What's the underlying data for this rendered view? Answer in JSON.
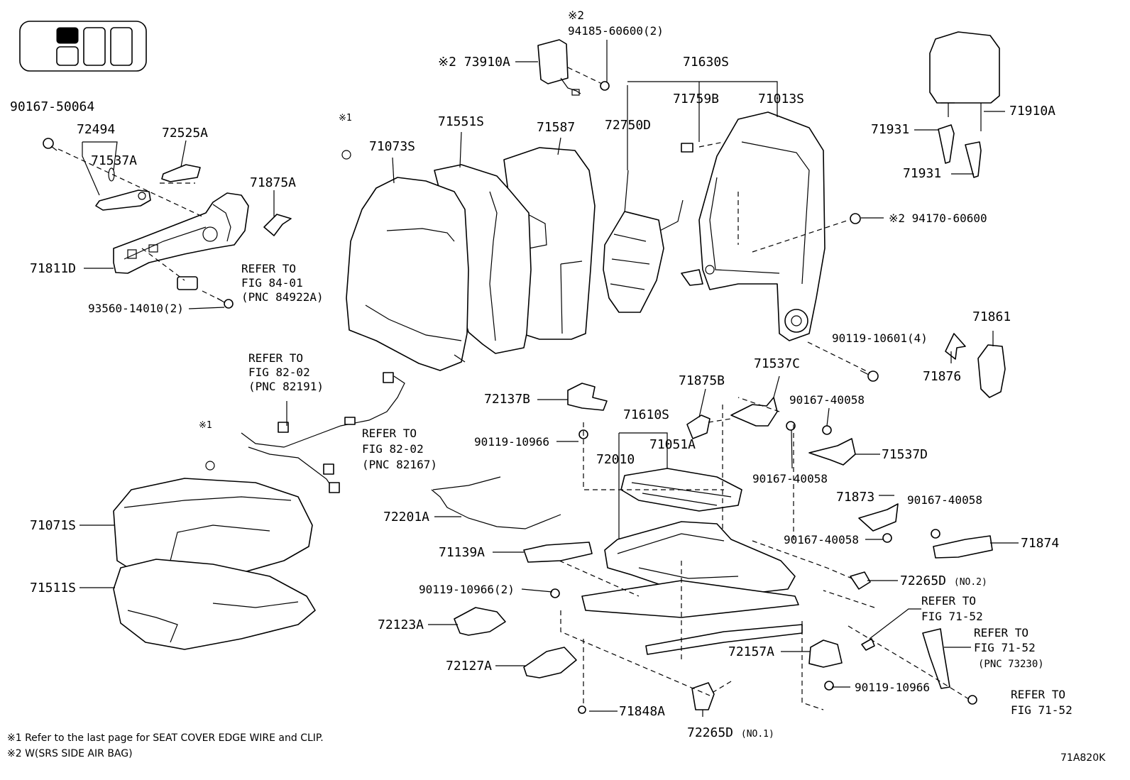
{
  "diagram_code": "71A820K",
  "legend": {
    "note1": "※1 Refer to the last page for SEAT COVER EDGE WIRE and CLIP.",
    "note2": "※2 W(SRS SIDE AIR BAG)"
  },
  "markers": {
    "n1": "※1",
    "n2": "※2"
  },
  "labels": {
    "p90167_50064": "90167-50064",
    "p72494": "72494",
    "p71537A": "71537A",
    "p72525A": "72525A",
    "p71875A": "71875A",
    "p71811D": "71811D",
    "ref_fig_84_01": [
      "REFER TO",
      "FIG 84-01",
      "(PNC 84922A)"
    ],
    "p93560_14010": "93560-14010(2)",
    "p73910A": "※2 73910A",
    "p94185_60600": [
      "※2",
      "94185-60600(2)"
    ],
    "p71073S": "71073S",
    "p71551S": "71551S",
    "p71587": "71587",
    "p71630S": "71630S",
    "p71759B": "71759B",
    "p71013S": "71013S",
    "p72750D": "72750D",
    "p71910A": "71910A",
    "p71931a": "71931",
    "p71931b": "71931",
    "p94170_60600": "※2 94170-60600",
    "p71861": "71861",
    "p90119_10601": "90119-10601(4)",
    "p71876": "71876",
    "ref_fig_82_02_a": [
      "REFER TO",
      "FIG 82-02",
      "(PNC 82191)"
    ],
    "ref_fig_82_02_b": [
      "REFER TO",
      "FIG 82-02",
      "(PNC 82167)"
    ],
    "p72137B": "72137B",
    "p90119_10966_a": "90119-10966",
    "p71875B": "71875B",
    "p71537C": "71537C",
    "p90167_40058_a": "90167-40058",
    "p71610S": "71610S",
    "p71051A": "71051A",
    "p72010": "72010",
    "p71537D": "71537D",
    "p90167_40058_b": "90167-40058",
    "p71873": "71873",
    "p90167_40058_c": "90167-40058",
    "p90167_40058_d": "90167-40058",
    "p71874": "71874",
    "p71071S": "71071S",
    "p71511S": "71511S",
    "p72201A": "72201A",
    "p71139A": "71139A",
    "p90119_10966_2": "90119-10966(2)",
    "p72265D_no2": "72265D",
    "no2": "(NO.2)",
    "ref_fig_71_52_a": [
      "REFER TO",
      "FIG 71-52"
    ],
    "ref_fig_71_52_b": [
      "REFER TO",
      "FIG 71-52",
      "(PNC 73230)"
    ],
    "p72123A": "72123A",
    "p72127A": "72127A",
    "p72157A": "72157A",
    "p90119_10966_b": "90119-10966",
    "ref_fig_71_52_c": [
      "REFER TO",
      "FIG 71-52"
    ],
    "p71848A": "71848A",
    "p72265D_no1": "72265D",
    "no1": "(NO.1)"
  }
}
